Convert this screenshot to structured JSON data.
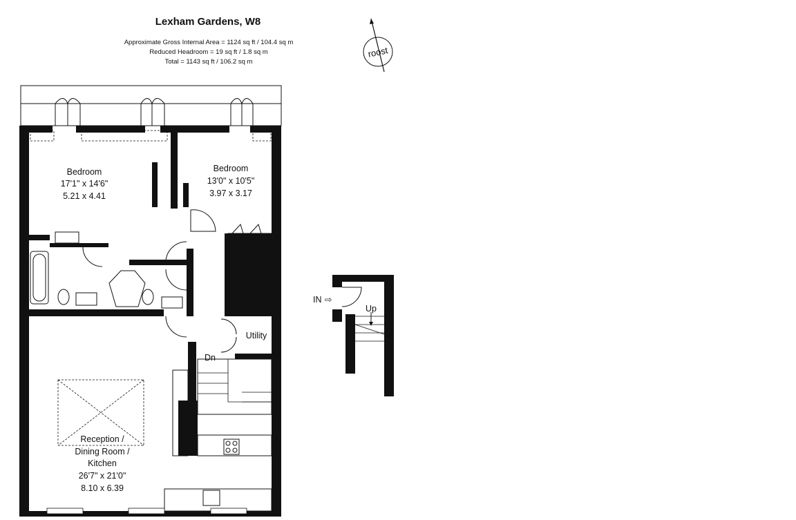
{
  "header": {
    "title": "Lexham Gardens, W8",
    "area_lines": [
      "Approximate Gross Internal Area =  1124 sq ft / 104.4 sq m",
      "Reduced Headroom =  19 sq ft / 1.8 sq m",
      "Total = 1143 sq ft / 106.2 sq m"
    ]
  },
  "logo": {
    "text": "roost"
  },
  "rooms": {
    "bedroom1": {
      "name": "Bedroom",
      "imperial": "17'1\" x 14'6\"",
      "metric": "5.21 x 4.41"
    },
    "bedroom2": {
      "name": "Bedroom",
      "imperial": "13'0\" x 10'5\"",
      "metric": "3.97 x 3.17"
    },
    "utility": {
      "name": "Utility"
    },
    "reception": {
      "name_lines": [
        "Reception /",
        "Dining Room /",
        "Kitchen"
      ],
      "imperial": "26'7\" x 21'0\"",
      "metric": "8.10 x 6.39"
    }
  },
  "stairs": {
    "down": "Dn",
    "up": "Up"
  },
  "entrance": {
    "label": "IN",
    "arrow": "⇨"
  }
}
